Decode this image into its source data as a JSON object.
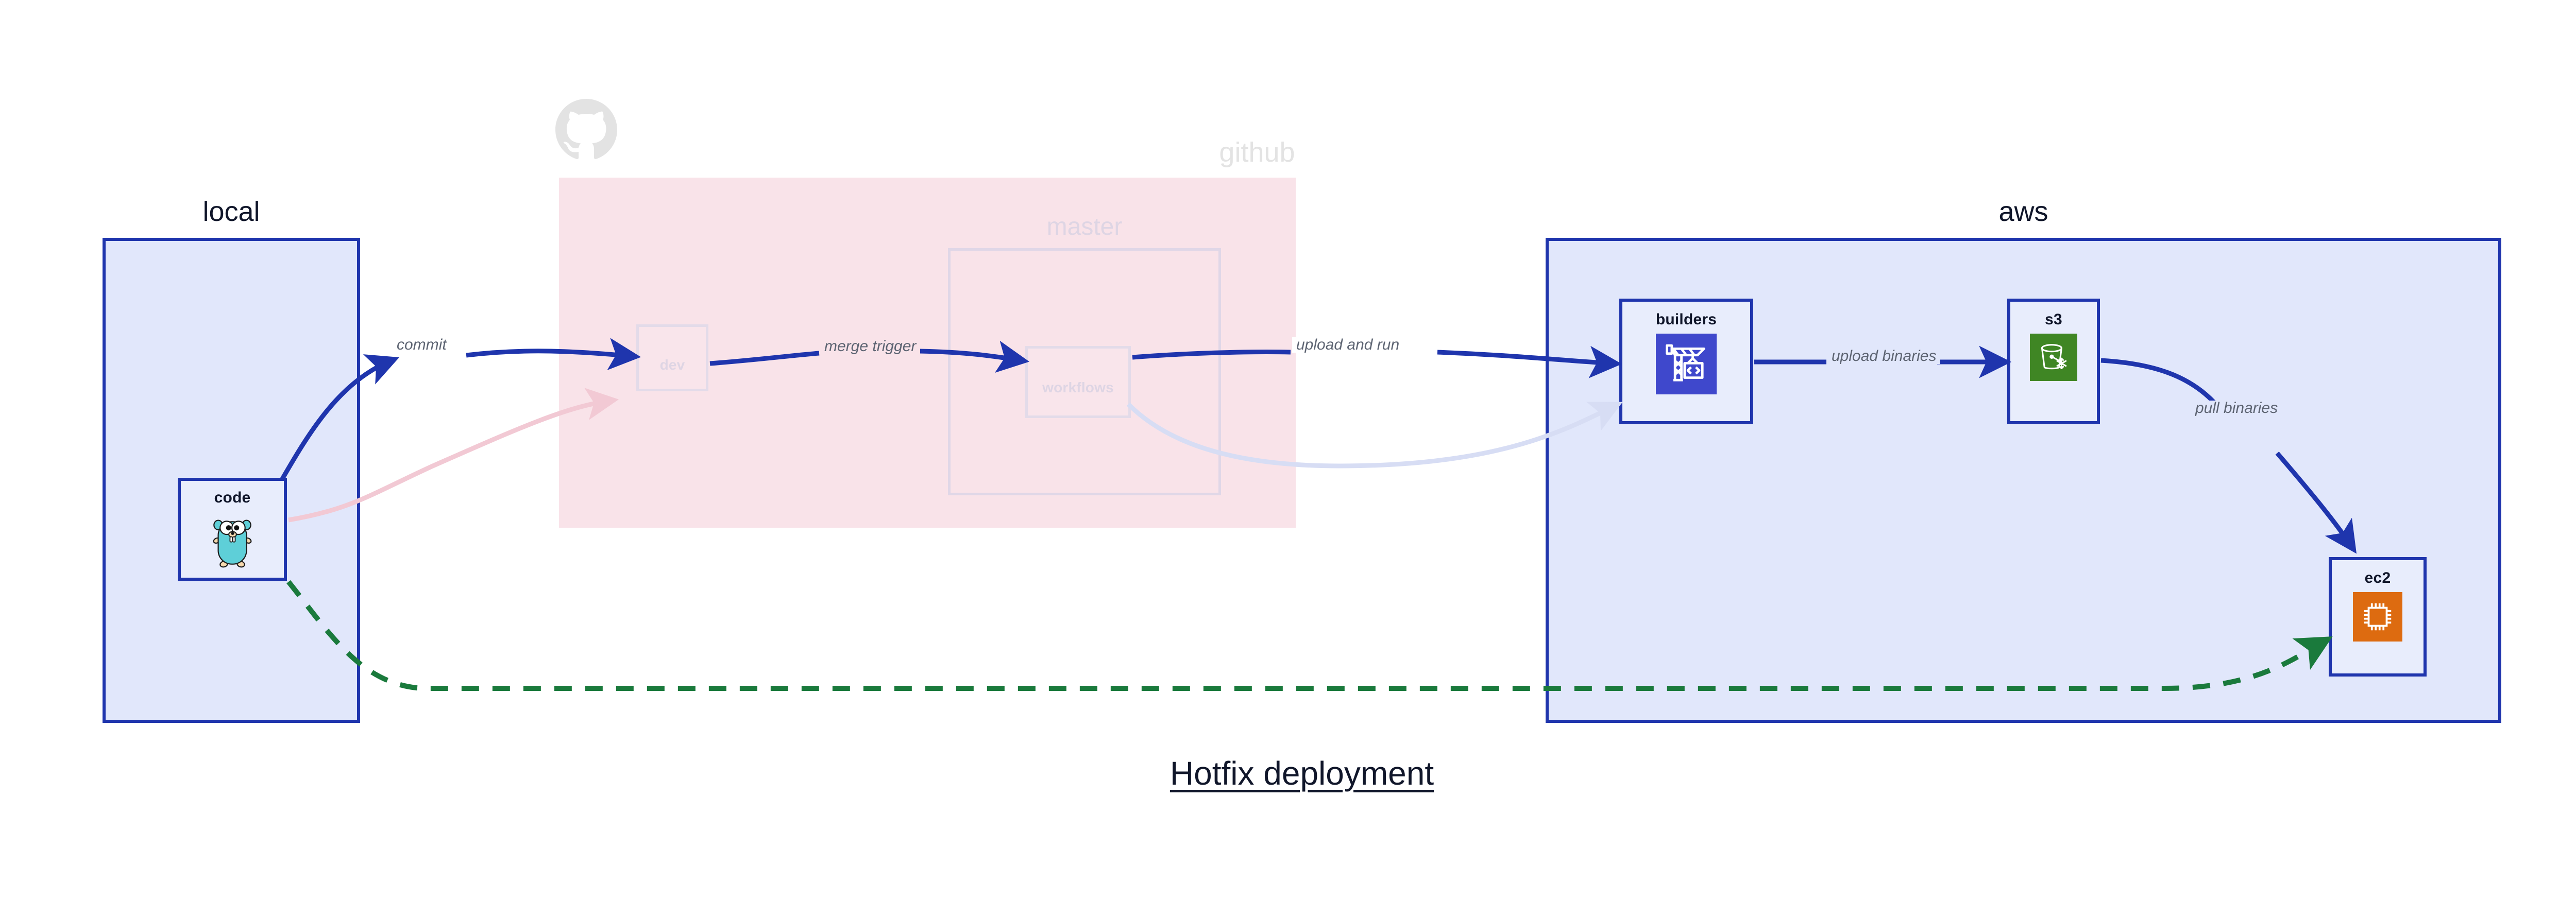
{
  "diagram": {
    "title": "Hotfix deployment",
    "type": "architecture-flow"
  },
  "zones": {
    "local": {
      "label": "local",
      "accent": "#1f35ad",
      "fill": "#e1e7fb"
    },
    "github": {
      "label": "github",
      "accent": "#cfcfcf",
      "fill": "#f9e3e9",
      "dimmed": true
    },
    "master": {
      "label": "master",
      "accent": "#e0d7e7",
      "dimmed": true
    },
    "aws": {
      "label": "aws",
      "accent": "#1f35ad",
      "fill": "#e1e7fb"
    }
  },
  "nodes": {
    "code": {
      "label": "code",
      "icon": "go-gopher-icon",
      "dimmed": false
    },
    "dev": {
      "label": "dev",
      "icon": "none",
      "dimmed": true
    },
    "workflows": {
      "label": "workflows",
      "icon": "none",
      "dimmed": true
    },
    "builders": {
      "label": "builders",
      "icon": "crane-build-icon",
      "icon_color": "#3f48cc",
      "dimmed": false
    },
    "s3": {
      "label": "s3",
      "icon": "s3-bucket-icon",
      "icon_color": "#3f8624",
      "dimmed": false
    },
    "ec2": {
      "label": "ec2",
      "icon": "cpu-chip-icon",
      "icon_color": "#dd6b10",
      "dimmed": false
    }
  },
  "edges": [
    {
      "id": "commit",
      "label": "commit",
      "from": "code",
      "to": "dev",
      "style": "solid",
      "color": "#1f35ad",
      "dimmed": false
    },
    {
      "id": "merge-trigger",
      "label": "merge trigger",
      "from": "dev",
      "to": "workflows",
      "style": "solid",
      "color": "#1f35ad",
      "dimmed": false
    },
    {
      "id": "upload-and-run",
      "label": "upload and run",
      "from": "workflows",
      "to": "builders",
      "style": "solid",
      "color": "#1f35ad",
      "dimmed": false
    },
    {
      "id": "upload-binaries",
      "label": "upload binaries",
      "from": "builders",
      "to": "s3",
      "style": "solid",
      "color": "#1f35ad",
      "dimmed": false
    },
    {
      "id": "pull-binaries",
      "label": "pull binaries",
      "from": "s3",
      "to": "ec2",
      "style": "solid",
      "color": "#1f35ad",
      "dimmed": false
    },
    {
      "id": "hotfix-direct",
      "label": "",
      "from": "code",
      "to": "ec2",
      "style": "dashed",
      "color": "#1a7a3c",
      "dimmed": false
    },
    {
      "id": "ghost-code-dev",
      "label": "",
      "from": "code",
      "to": "dev",
      "style": "solid",
      "color": "#f2c9d4",
      "dimmed": true
    },
    {
      "id": "ghost-wf-builders",
      "label": "",
      "from": "workflows",
      "to": "builders",
      "style": "solid",
      "color": "#d7ddf4",
      "dimmed": true
    }
  ],
  "logos": {
    "github_octocat": "github-octocat-icon"
  }
}
